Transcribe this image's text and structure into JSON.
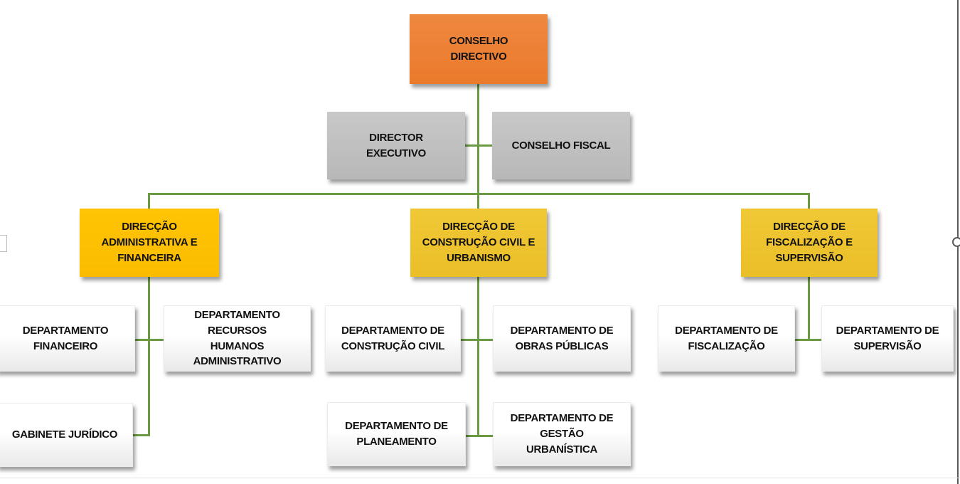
{
  "diagram_type": "org-chart",
  "language": "pt",
  "colors": {
    "level1_fill": "#ED7D31",
    "level2_fill": "#BFBFBF",
    "level3_left_fill": "#FFC000",
    "level3_other_fill": "#EEC42E",
    "department_fill": "#FFFFFF",
    "connector": "#6A9A42",
    "text": "#111111",
    "page_edge": "#5A5A5A"
  },
  "nodes": [
    {
      "id": "conselho-directivo",
      "label": "CONSELHO\nDIRECTIVO"
    },
    {
      "id": "director-executivo",
      "label": "DIRECTOR\nEXECUTIVO"
    },
    {
      "id": "conselho-fiscal",
      "label": "CONSELHO FISCAL"
    },
    {
      "id": "dir-administrativa-financeira",
      "label": "DIRECÇÃO\nADMINISTRATIVA E\nFINANCEIRA"
    },
    {
      "id": "dir-construcao-civil-urbanismo",
      "label": "DIRECÇÃO DE\nCONSTRUÇÃO CIVIL E\nURBANISMO"
    },
    {
      "id": "dir-fiscalizacao-supervisao",
      "label": "DIRECÇÃO DE\nFISCALIZAÇÃO E\nSUPERVISÃO"
    },
    {
      "id": "dep-financeiro",
      "label": "DEPARTAMENTO\nFINANCEIRO"
    },
    {
      "id": "dep-recursos-humanos",
      "label": "DEPARTAMENTO\nRECURSOS\nHUMANOS\nADMINISTRATIVO"
    },
    {
      "id": "dep-construcao-civil",
      "label": "DEPARTAMENTO DE\nCONSTRUÇÃO CIVIL"
    },
    {
      "id": "dep-obras-publicas",
      "label": "DEPARTAMENTO DE\nOBRAS PÚBLICAS"
    },
    {
      "id": "dep-fiscalizacao",
      "label": "DEPARTAMENTO DE\nFISCALIZAÇÃO"
    },
    {
      "id": "dep-supervisao",
      "label": "DEPARTAMENTO DE\nSUPERVISÃO"
    },
    {
      "id": "gabinete-juridico",
      "label": "GABINETE JURÍDICO"
    },
    {
      "id": "dep-planeamento",
      "label": "DEPARTAMENTO DE\nPLANEAMENTO"
    },
    {
      "id": "dep-gestao-urbanistica",
      "label": "DEPARTAMENTO DE\nGESTÃO\nURBANÍSTICA"
    }
  ],
  "edges": [
    [
      "conselho-directivo",
      "director-executivo"
    ],
    [
      "conselho-directivo",
      "conselho-fiscal"
    ],
    [
      "conselho-directivo",
      "dir-administrativa-financeira"
    ],
    [
      "conselho-directivo",
      "dir-construcao-civil-urbanismo"
    ],
    [
      "conselho-directivo",
      "dir-fiscalizacao-supervisao"
    ],
    [
      "dir-administrativa-financeira",
      "dep-financeiro"
    ],
    [
      "dir-administrativa-financeira",
      "dep-recursos-humanos"
    ],
    [
      "dir-administrativa-financeira",
      "gabinete-juridico"
    ],
    [
      "dir-construcao-civil-urbanismo",
      "dep-construcao-civil"
    ],
    [
      "dir-construcao-civil-urbanismo",
      "dep-obras-publicas"
    ],
    [
      "dir-construcao-civil-urbanismo",
      "dep-planeamento"
    ],
    [
      "dir-construcao-civil-urbanismo",
      "dep-gestao-urbanistica"
    ],
    [
      "dir-fiscalizacao-supervisao",
      "dep-fiscalizacao"
    ],
    [
      "dir-fiscalizacao-supervisao",
      "dep-supervisao"
    ]
  ]
}
